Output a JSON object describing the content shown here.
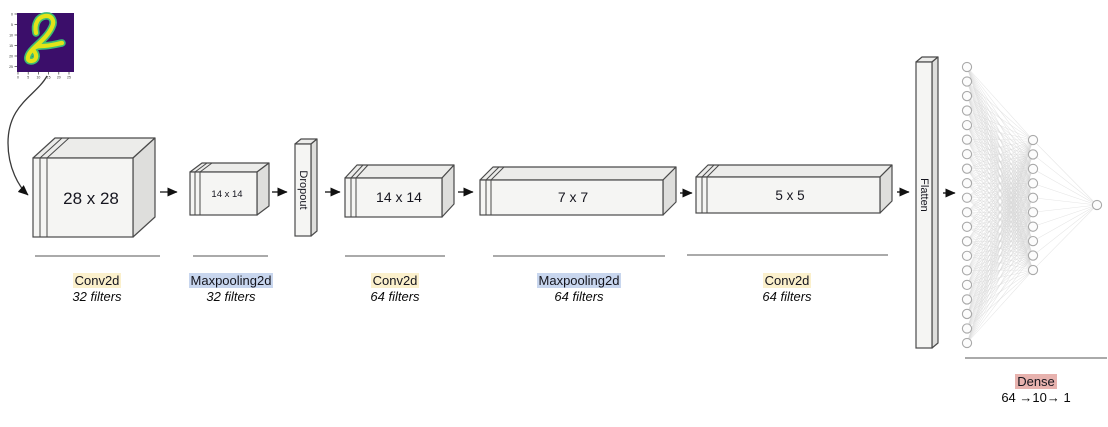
{
  "input_image": {
    "digit": "2",
    "x_ticks": [
      "0",
      "5",
      "10",
      "15",
      "20",
      "25"
    ],
    "y_ticks": [
      "0",
      "5",
      "10",
      "15",
      "20",
      "25"
    ],
    "bg_color": "#3b0e6a",
    "digit_core_color": "#e3e418",
    "digit_edge_color": "#3dbc74"
  },
  "boxes": {
    "conv1": "28 x 28",
    "pool1": "14 x 14",
    "dropout": "Dropout",
    "conv2": "14 x 14",
    "pool2": "7 x 7",
    "conv3": "5 x 5",
    "flatten": "Flatten"
  },
  "labels": [
    {
      "name": "Conv2d",
      "detail": "32 filters",
      "highlight": "#fbf0cc"
    },
    {
      "name": "Maxpooling2d",
      "detail": "32 filters",
      "highlight": "#c8d6ee"
    },
    {
      "name": "Conv2d",
      "detail": "64 filters",
      "highlight": "#fbf0cc"
    },
    {
      "name": "Maxpooling2d",
      "detail": "64 filters",
      "highlight": "#c8d6ee"
    },
    {
      "name": "Conv2d",
      "detail": "64 filters",
      "highlight": "#fbf0cc"
    }
  ],
  "dense": {
    "name": "Dense",
    "detail": "64 →10→ 1",
    "highlight": "#e7b2ae",
    "layer_node_counts": [
      20,
      10,
      1
    ]
  },
  "colors": {
    "box_front": "#f5f5f3",
    "box_top": "#ececea",
    "box_side": "#dededc",
    "edge_line": "#d4d4d4",
    "node_stroke": "#a9a9a9"
  }
}
